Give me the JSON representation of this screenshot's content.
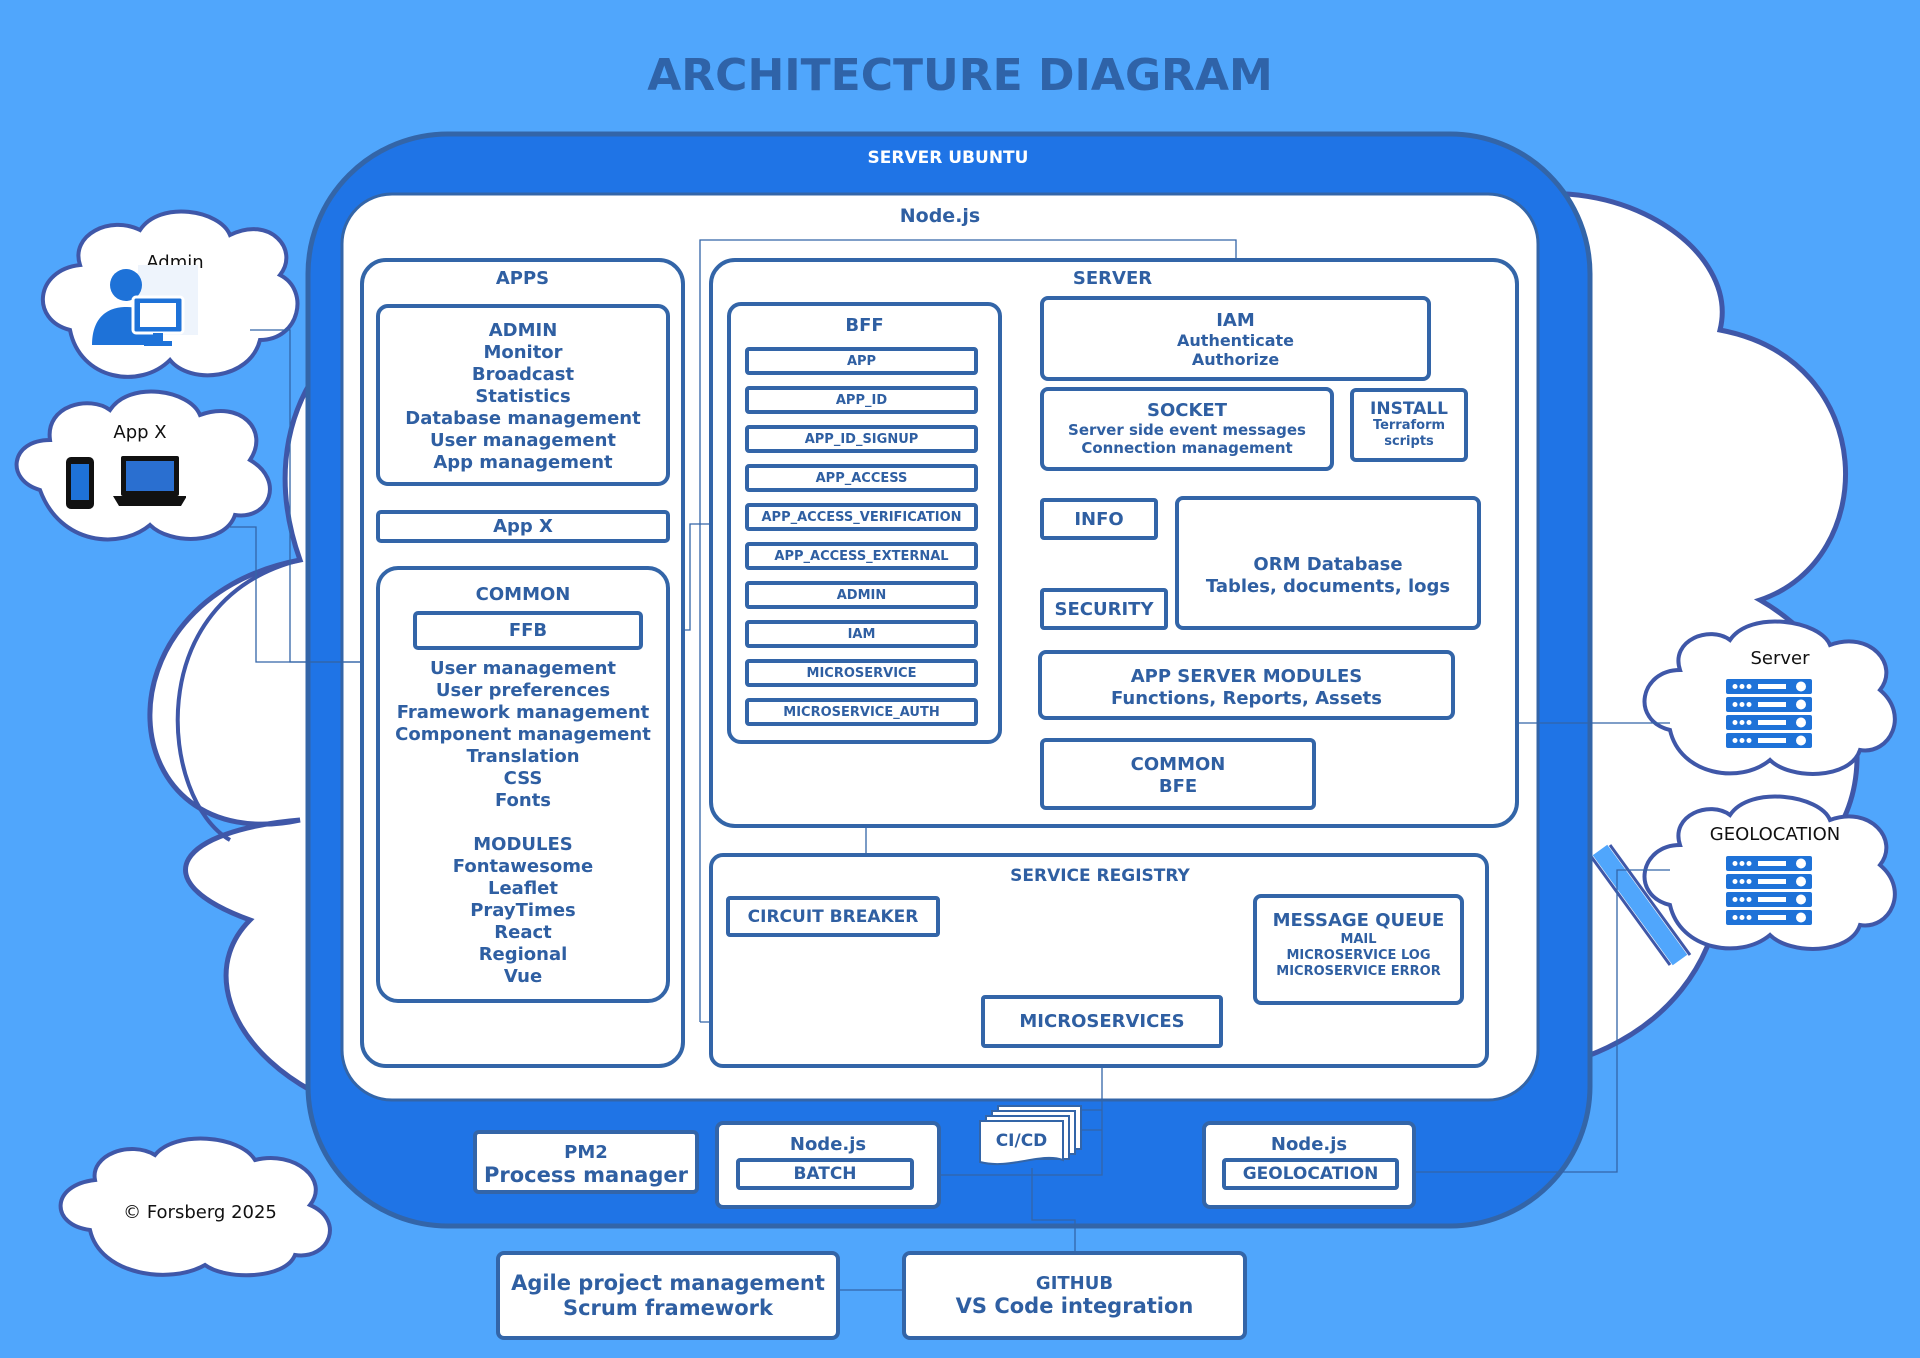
{
  "title": "ARCHITECTURE DIAGRAM",
  "server": {
    "label": "SERVER UBUNTU",
    "runtime": "Node.js"
  },
  "apps": {
    "label": "APPS",
    "admin_lines": [
      "ADMIN",
      "Monitor",
      "Broadcast",
      "Statistics",
      "Database management",
      "User management",
      "App management"
    ],
    "appx": "App X",
    "common": {
      "label": "COMMON",
      "ffb": "FFB",
      "lines": [
        "User management",
        "User preferences",
        "Framework management",
        "Component management",
        "Translation",
        "CSS",
        "Fonts"
      ],
      "modules_label": "MODULES",
      "modules": [
        "Fontawesome",
        "Leaflet",
        "PrayTimes",
        "React",
        "Regional",
        "Vue"
      ]
    }
  },
  "serverpanel": {
    "label": "SERVER",
    "bff": {
      "label": "BFF",
      "items": [
        "APP",
        "APP_ID",
        "APP_ID_SIGNUP",
        "APP_ACCESS",
        "APP_ACCESS_VERIFICATION",
        "APP_ACCESS_EXTERNAL",
        "ADMIN",
        "IAM",
        "MICROSERVICE",
        "MICROSERVICE_AUTH"
      ]
    },
    "iam": {
      "title": "IAM",
      "lines": [
        "Authenticate",
        "Authorize"
      ]
    },
    "socket": {
      "title": "SOCKET",
      "lines": [
        "Server side event messages",
        "Connection management"
      ]
    },
    "install": {
      "title": "INSTALL",
      "lines": [
        "Terraform",
        "scripts"
      ]
    },
    "info": "INFO",
    "security": "SECURITY",
    "orm": {
      "lines": [
        "ORM Database",
        "Tables, documents, logs"
      ]
    },
    "appserver": {
      "lines": [
        "APP SERVER MODULES",
        "Functions, Reports, Assets"
      ]
    },
    "commonbfe": {
      "lines": [
        "COMMON",
        "BFE"
      ]
    }
  },
  "registry": {
    "label": "SERVICE REGISTRY",
    "circuit": "CIRCUIT BREAKER",
    "mq": {
      "title": "MESSAGE QUEUE",
      "lines": [
        "MAIL",
        "MICROSERVICE LOG",
        "MICROSERVICE ERROR"
      ]
    },
    "microservices": "MICROSERVICES"
  },
  "bottom": {
    "pm2": {
      "title": "PM2",
      "sub": "Process manager"
    },
    "batch": {
      "runtime": "Node.js",
      "label": "BATCH"
    },
    "cicd": "CI/CD",
    "geo": {
      "runtime": "Node.js",
      "label": "GEOLOCATION"
    }
  },
  "outer": {
    "agile": [
      "Agile project management",
      "Scrum framework"
    ],
    "github": {
      "title": "GITHUB",
      "sub": "VS Code integration"
    }
  },
  "clouds": {
    "admin": "Admin",
    "appx": "App X",
    "server": "Server",
    "geolocation": "GEOLOCATION",
    "copyright": "© Forsberg 2025"
  },
  "colors": {
    "background": "#50a6fc",
    "server_frame": "#1f74e6",
    "stroke": "#3365a8",
    "text": "#2f5fa2"
  }
}
